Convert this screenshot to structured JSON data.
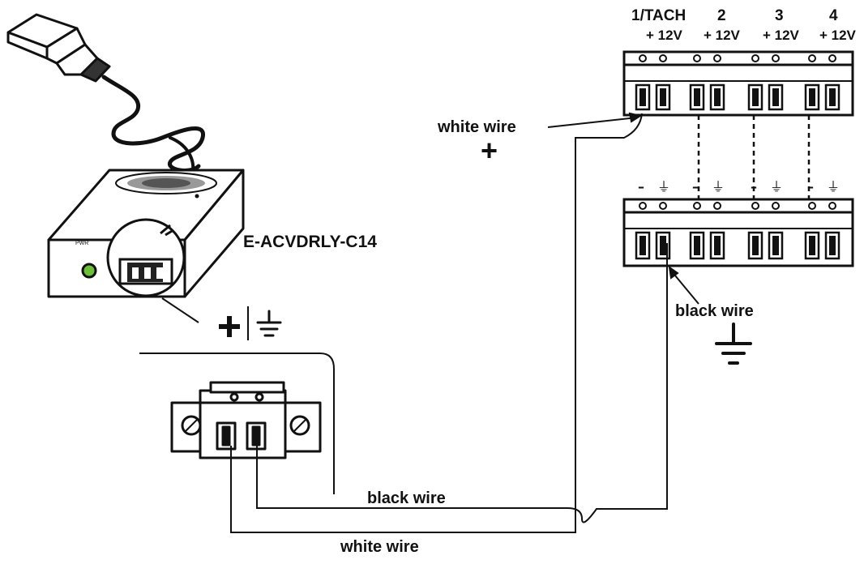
{
  "device": {
    "model": "E-ACVDRLY-C14",
    "pwr_label": "PWR"
  },
  "power_connector": {
    "plus_symbol": "+",
    "ground_symbol": "⏚"
  },
  "relay_board": {
    "channels": [
      {
        "number": "1/TACH",
        "supply": "+ 12V"
      },
      {
        "number": "2",
        "supply": "+ 12V"
      },
      {
        "number": "3",
        "supply": "+ 12V"
      },
      {
        "number": "4",
        "supply": "+ 12V"
      }
    ],
    "lower_minus_symbol": "–",
    "lower_ground_symbol": "⏚"
  },
  "wires": {
    "white_wire_top": "white wire",
    "white_plus": "+",
    "black_wire_right": "black wire",
    "black_wire_bottom": "black wire",
    "white_wire_bottom": "white wire"
  }
}
